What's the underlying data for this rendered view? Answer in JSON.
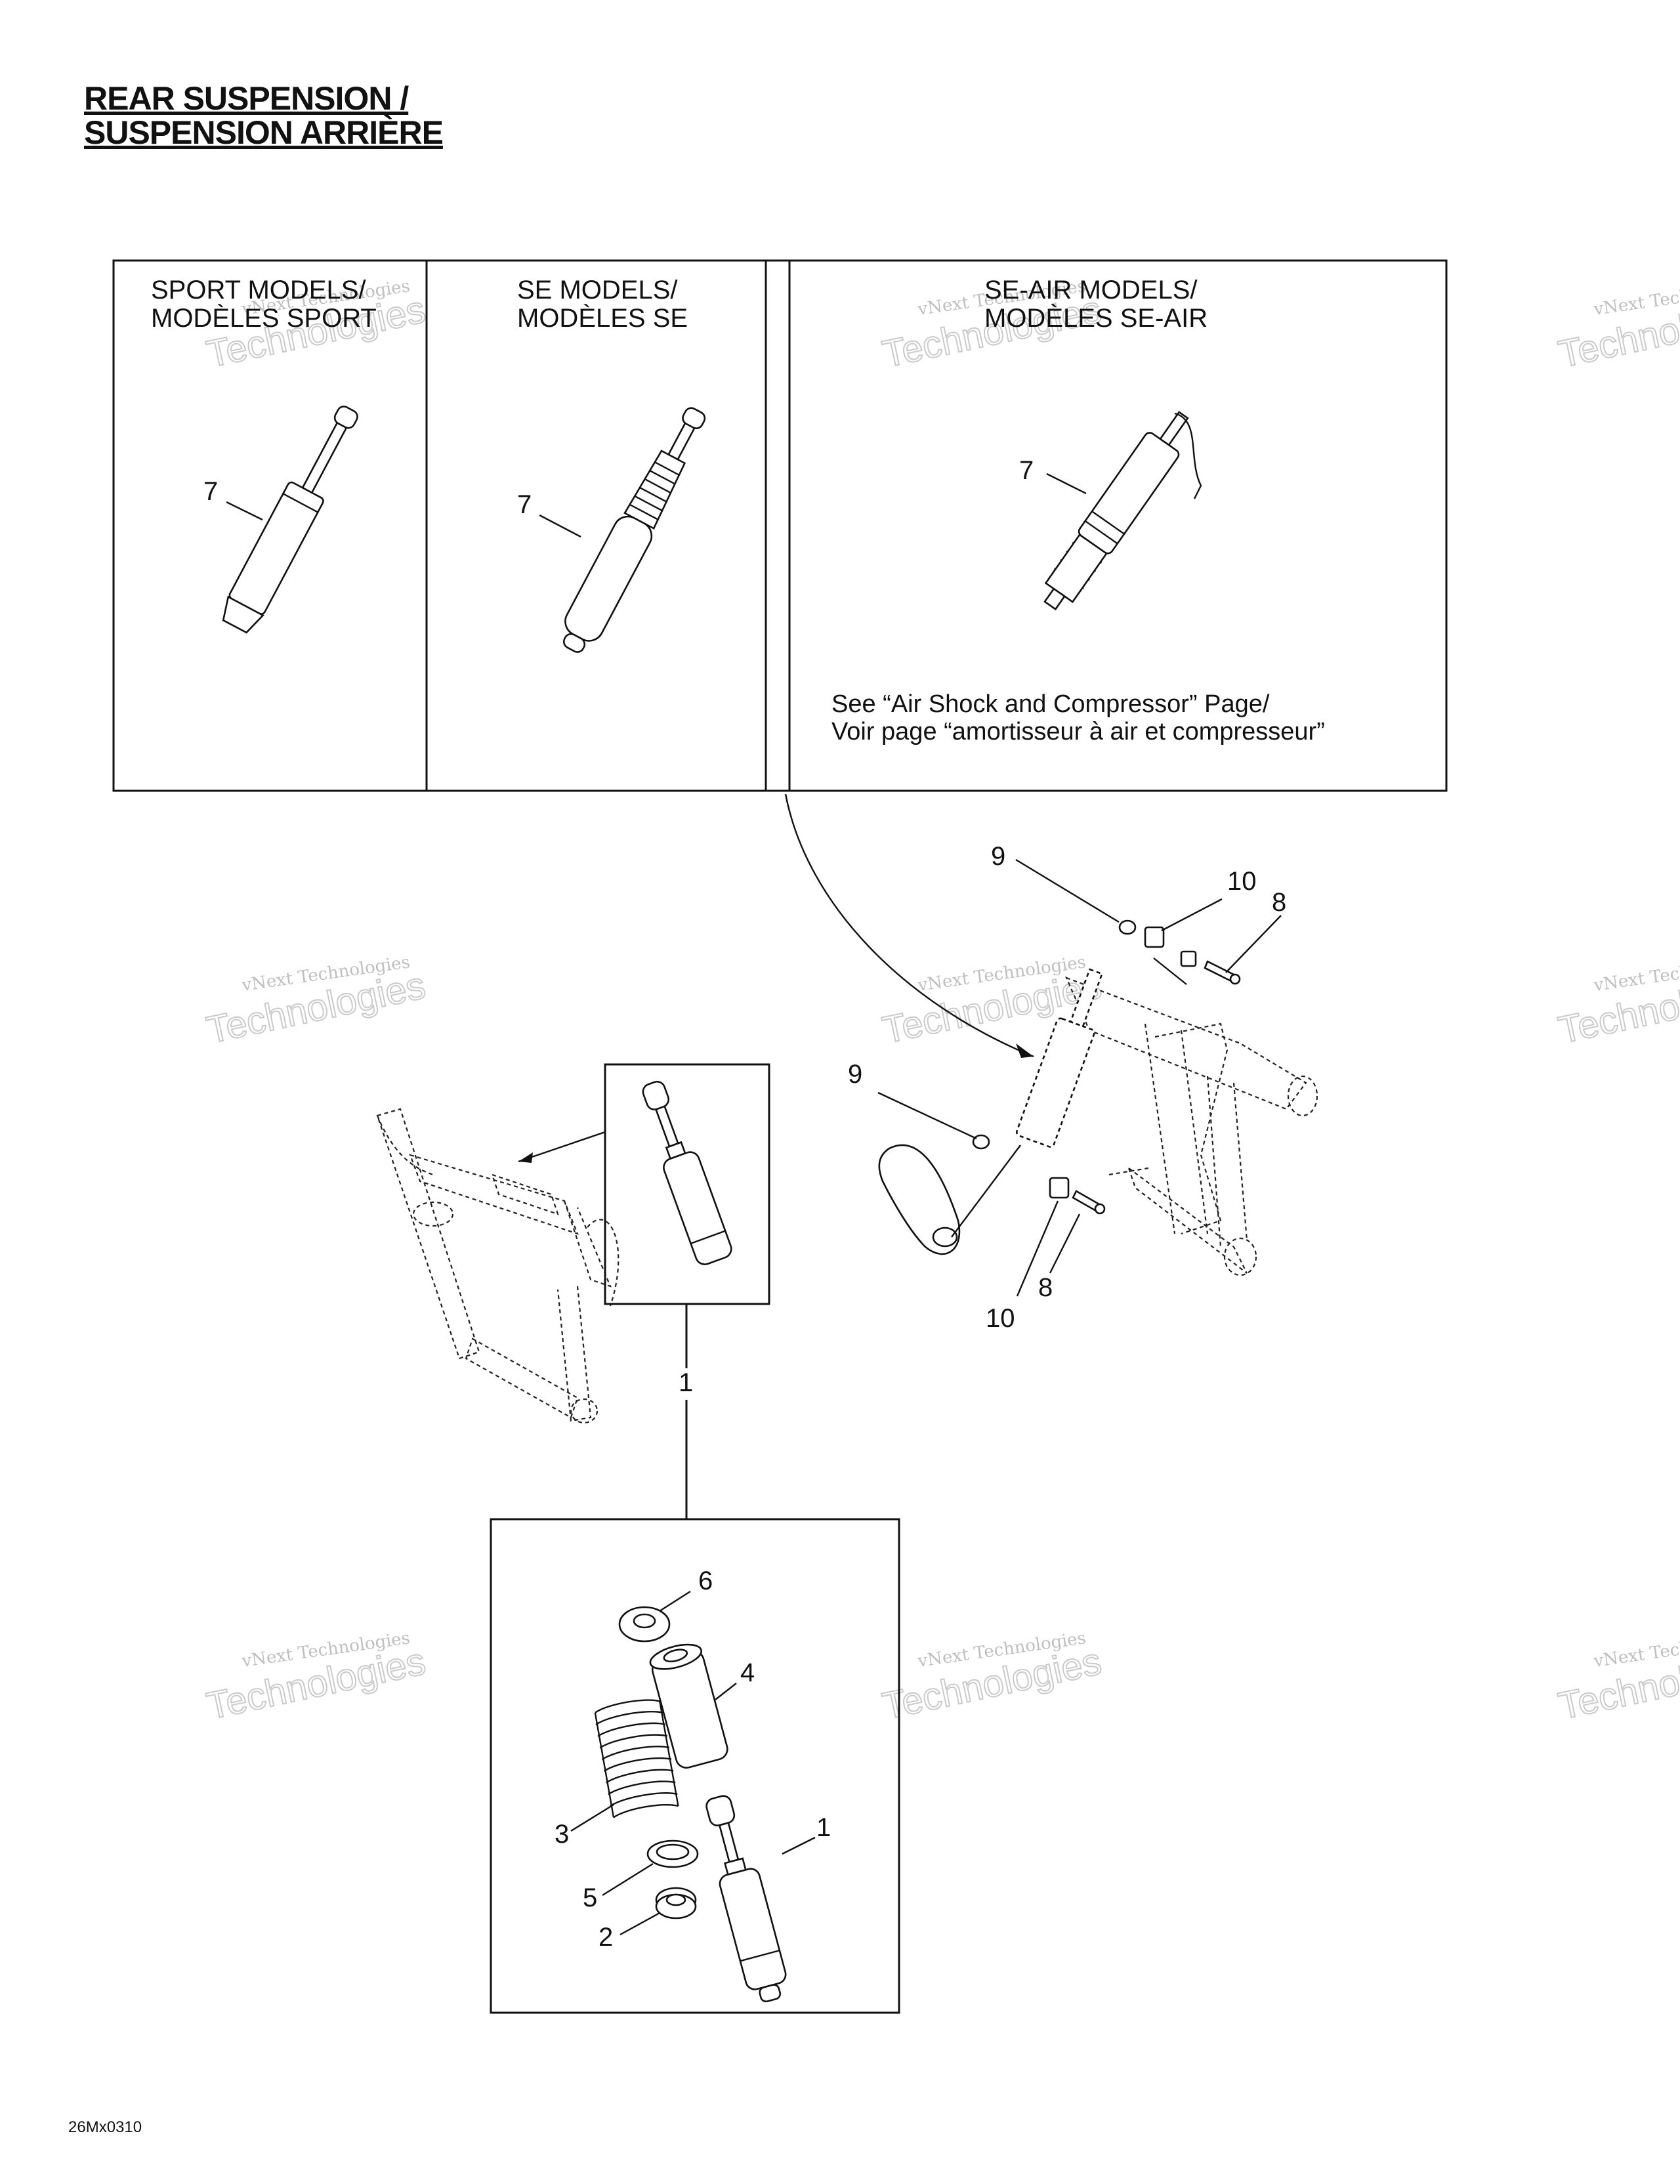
{
  "title": {
    "line1": "REAR SUSPENSION /",
    "line2": "SUSPENSION ARRIÈRE"
  },
  "panels": {
    "sport": {
      "line1": "SPORT MODELS/",
      "line2": "MODÈLES SPORT"
    },
    "se": {
      "line1": "SE MODELS/",
      "line2": "MODÈLES SE"
    },
    "seair": {
      "line1": "SE-AIR MODELS/",
      "line2": "MODÈLES SE-AIR",
      "note_line1": "See “Air Shock and Compressor” Page/",
      "note_line2": "Voir page “amortisseur à air et compresseur”"
    }
  },
  "callouts": {
    "sport_shock": "7",
    "se_shock": "7",
    "seair_shock": "7",
    "nut_top": "9",
    "spacer_top": "10",
    "bolt_top": "8",
    "nut_bottom": "9",
    "bolt_bottom": "8",
    "spacer_bottom": "10",
    "assembly": "1",
    "stopper": "6",
    "sleeve": "4",
    "spring": "3",
    "ring": "5",
    "retainer": "2",
    "shock": "1"
  },
  "watermark": {
    "brand": "vNext",
    "text": "vNext Technologies",
    "big": "Technologies"
  },
  "drawing_code": "26Mx0310"
}
